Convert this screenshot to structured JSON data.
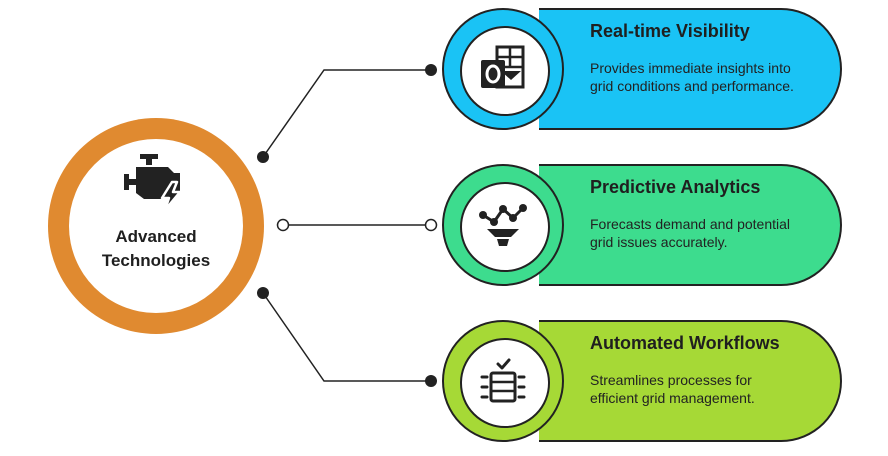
{
  "hub": {
    "label": "Advanced\nTechnologies",
    "icon": "engine-bolt-icon",
    "color": "#e08a30"
  },
  "items": [
    {
      "title": "Real-time Visibility",
      "description": "Provides immediate insights into grid conditions and performance.",
      "icon": "outlook-grid-icon",
      "color": "#1ac3f5"
    },
    {
      "title": "Predictive Analytics",
      "description": "Forecasts demand and potential grid issues accurately.",
      "icon": "funnel-chart-icon",
      "color": "#3ddc8e"
    },
    {
      "title": "Automated Workflows",
      "description": "Streamlines processes for efficient grid management.",
      "icon": "workflow-checklist-icon",
      "color": "#a6d936"
    }
  ]
}
